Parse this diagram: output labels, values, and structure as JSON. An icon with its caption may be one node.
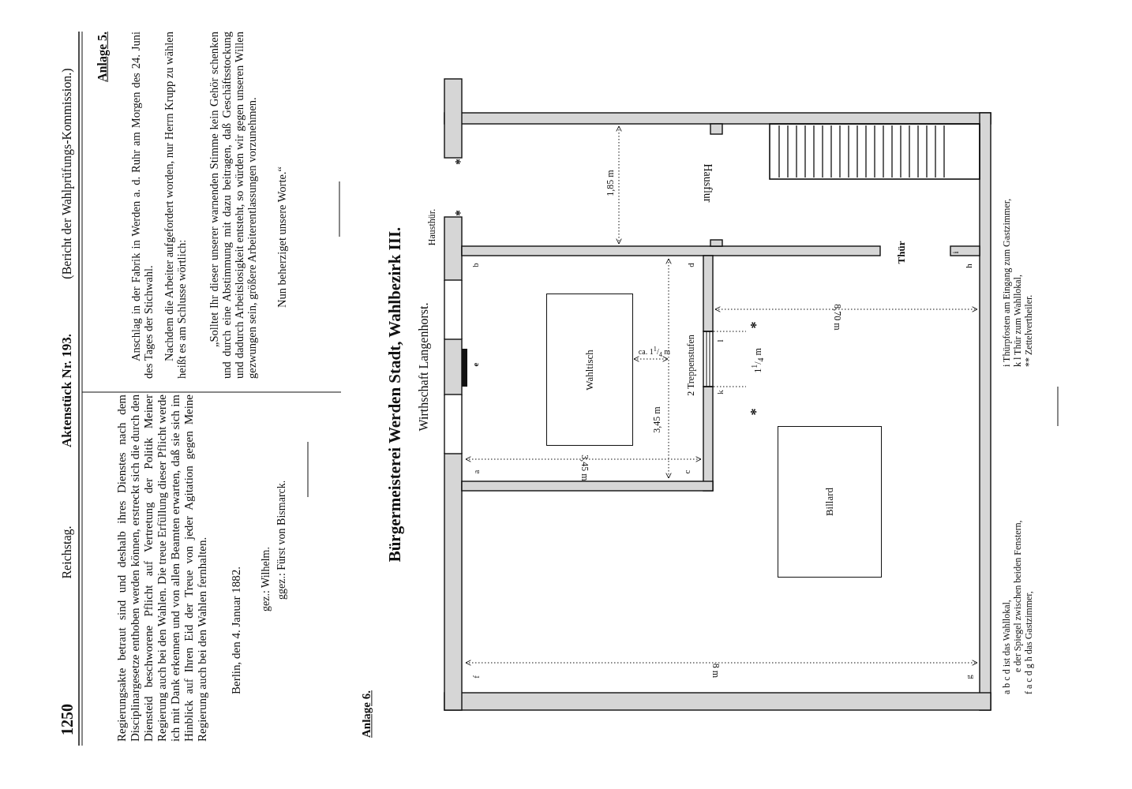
{
  "diagram": {
    "title": "Bürgermeisterei Werden Stadt, Wahlbezirk III.",
    "nodes": [
      {
        "text": [
          "Wahltisch"
        ]
      },
      {
        "text": [
          "Billard"
        ]
      }
    ],
    "labels": [
      "1250",
      "Reichstag.",
      "Aktenstück Nr. 193.",
      "(Bericht der Wahlprüfungs-Kommission.)",
      "Regierungsakte betraut sind und deshalb ihres Dienstes nach dem Disciplinargesetze enthoben werden können, erstreckt sich die durch den Diensteid beschworene Pflicht auf Vertretung der Politik Meiner Regierung auch bei den Wahlen. Die treue Erfüllung dieser Pflicht werde ich mit Dank erkennen und von allen Beamten erwarten, daß sie sich im Hinblick auf Ihren Eid der Treue von jeder Agitation gegen Meine Regierung auch bei den Wahlen fernhalten.",
      "Berlin, den 4. Januar 1882.",
      "gez.: Wilhelm.",
      "ggez.: Fürst von Bismarck.",
      "Anlage 5.",
      "Anschlag in der Fabrik in Werden a. d. Ruhr am Morgen des 24. Juni des Tages der Stichwahl.",
      "Nachdem die Arbeiter aufgefordert worden, nur Herrn Krupp zu wählen heißt es am Schlusse wörtlich:",
      "„Solltet Ihr dieser unserer warnenden Stimme kein Gehör schenken und durch eine Abstimmung mit dazu beitragen, daß Geschäftsstockung und dadurch Arbeitslosigkeit entsteht, so würden wir gegen unseren Willen gezwungen sein, größere Arbeiterentlassungen vorzunehmen.",
      "Nun beherziget unsere Worte.“",
      "Anlage 6.",
      "Wirthschaft Langenhorst.",
      "Hausthür.",
      "*",
      "*",
      "b",
      "e",
      "d",
      "1,85 m",
      "Hausflur",
      "Thür",
      "i",
      "h",
      "ca. 1$^{1}$/$_{4}$ m",
      "3,45 m",
      "2 Treppenstufen",
      "l",
      "k",
      "*",
      "1$^{1}$/$_{4}$ m",
      "*",
      "8,70 m",
      "a",
      "3,45 m",
      "c",
      "f",
      "8 m",
      "g",
      "a b c d ist das Wahllokal,",
      "e der Spiegel zwischen beiden Fenstern,",
      "f a c d g h das Gastzimmer,",
      "i Thürpfosten am Eingang zum Gastzimmer,",
      "k l Thür zum Wahllokal,",
      "** Zettelvertheiler."
    ]
  }
}
